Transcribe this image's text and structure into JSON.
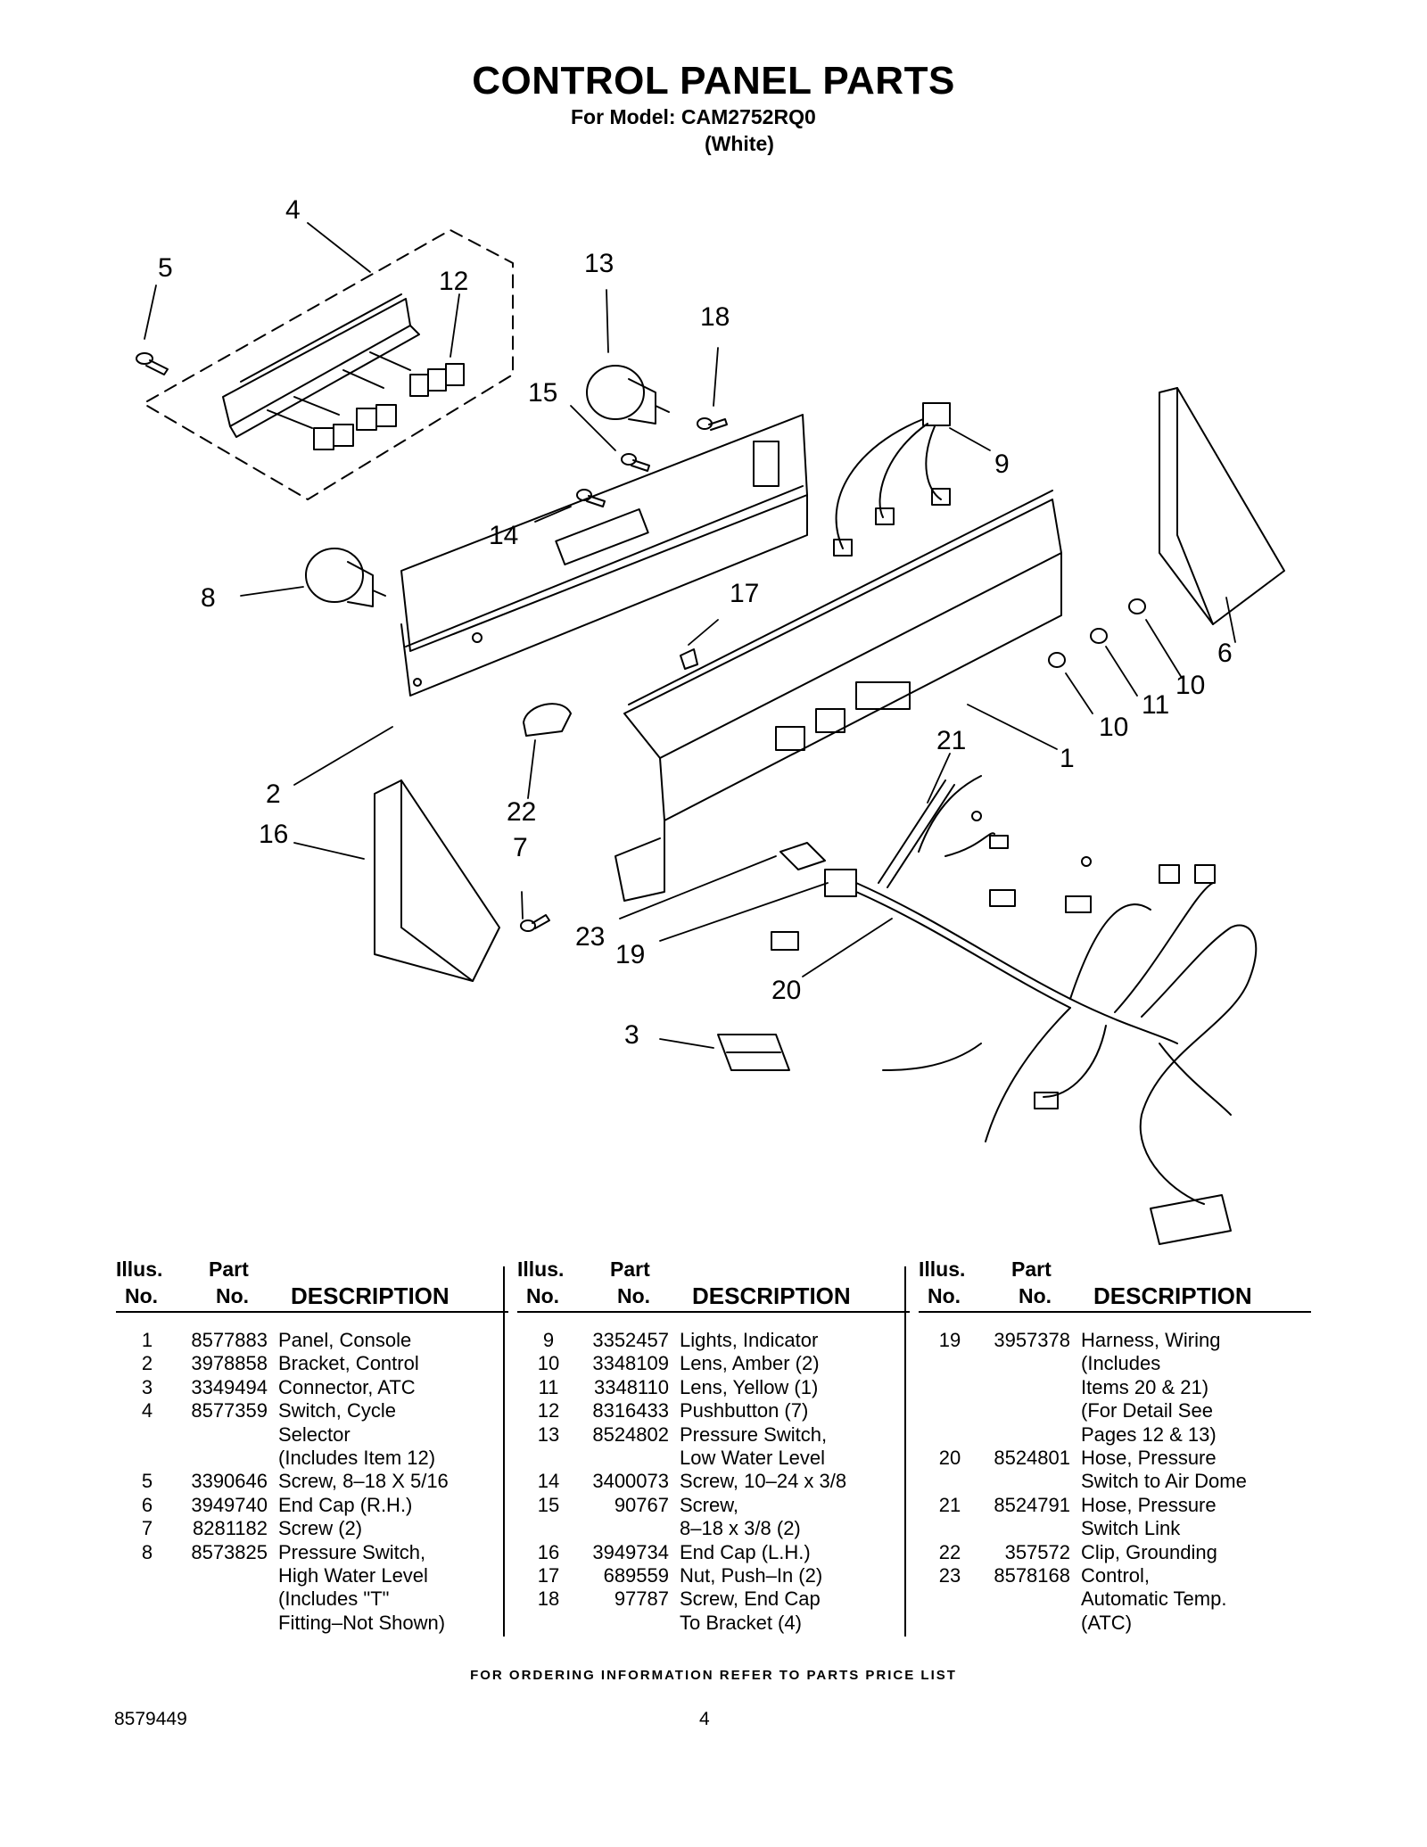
{
  "header": {
    "title": "CONTROL PANEL PARTS",
    "model_line": "For Model: CAM2752RQ0",
    "color_line": "(White)"
  },
  "callouts": [
    "1",
    "2",
    "3",
    "4",
    "5",
    "6",
    "7",
    "8",
    "9",
    "10",
    "10",
    "11",
    "12",
    "13",
    "14",
    "15",
    "16",
    "17",
    "18",
    "19",
    "20",
    "21",
    "22",
    "23"
  ],
  "table_headers": {
    "illus": "Illus.",
    "no": "No.",
    "part": "Part",
    "part_no": "No.",
    "description": "DESCRIPTION"
  },
  "columns": [
    [
      {
        "no": "1",
        "part": "8577883",
        "desc": "Panel, Console"
      },
      {
        "no": "2",
        "part": "3978858",
        "desc": "Bracket, Control"
      },
      {
        "no": "3",
        "part": "3349494",
        "desc": "Connector, ATC"
      },
      {
        "no": "4",
        "part": "8577359",
        "desc": "Switch, Cycle\nSelector\n(Includes Item 12)"
      },
      {
        "no": "5",
        "part": "3390646",
        "desc": "Screw, 8–18 X 5/16"
      },
      {
        "no": "6",
        "part": "3949740",
        "desc": "End Cap (R.H.)"
      },
      {
        "no": "7",
        "part": "8281182",
        "desc": "Screw (2)"
      },
      {
        "no": "8",
        "part": "8573825",
        "desc": "Pressure Switch,\nHigh Water Level\n(Includes \"T\"\nFitting–Not Shown)"
      }
    ],
    [
      {
        "no": "9",
        "part": "3352457",
        "desc": "Lights, Indicator"
      },
      {
        "no": "10",
        "part": "3348109",
        "desc": "Lens, Amber (2)"
      },
      {
        "no": "11",
        "part": "3348110",
        "desc": "Lens, Yellow (1)"
      },
      {
        "no": "12",
        "part": "8316433",
        "desc": "Pushbutton (7)"
      },
      {
        "no": "13",
        "part": "8524802",
        "desc": "Pressure Switch,\nLow Water Level"
      },
      {
        "no": "14",
        "part": "3400073",
        "desc": "Screw, 10–24 x 3/8"
      },
      {
        "no": "15",
        "part": "90767",
        "desc": "Screw,\n8–18 x 3/8 (2)"
      },
      {
        "no": "16",
        "part": "3949734",
        "desc": "End Cap (L.H.)"
      },
      {
        "no": "17",
        "part": "689559",
        "desc": "Nut, Push–In (2)"
      },
      {
        "no": "18",
        "part": "97787",
        "desc": "Screw, End Cap\nTo Bracket (4)"
      }
    ],
    [
      {
        "no": "19",
        "part": "3957378",
        "desc": "Harness, Wiring\n(Includes\n Items 20 & 21)\n(For Detail See\n Pages 12 & 13)"
      },
      {
        "no": "20",
        "part": "8524801",
        "desc": "Hose, Pressure\nSwitch to Air Dome"
      },
      {
        "no": "21",
        "part": "8524791",
        "desc": "Hose, Pressure\nSwitch Link"
      },
      {
        "no": "22",
        "part": "357572",
        "desc": "Clip, Grounding"
      },
      {
        "no": "23",
        "part": "8578168",
        "desc": "Control,\n Automatic Temp.\n(ATC)"
      }
    ]
  ],
  "footer": {
    "ordering_note": "FOR ORDERING INFORMATION REFER TO PARTS PRICE LIST",
    "doc_number": "8579449",
    "page_number": "4"
  }
}
